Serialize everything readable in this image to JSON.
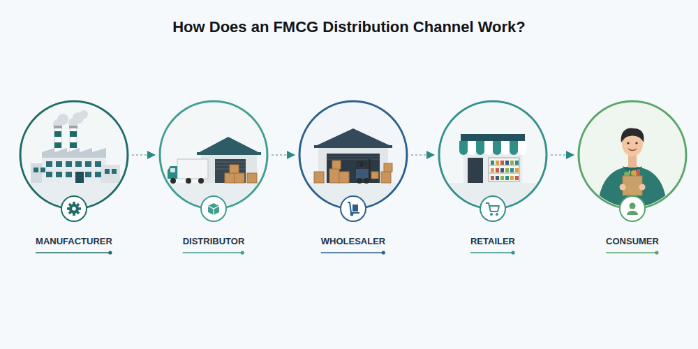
{
  "diagram": {
    "title": "How Does an FMCG Distribution Channel Work?",
    "nodes": [
      {
        "text": [
          "MANUFACTURER"
        ]
      },
      {
        "text": [
          "DISTRIBUTOR"
        ]
      },
      {
        "text": [
          "WHOLESALER"
        ]
      },
      {
        "text": [
          "RETAILER"
        ]
      },
      {
        "text": [
          "CONSUMER"
        ]
      }
    ],
    "edges": [
      {
        "from": 0,
        "to": 1,
        "arrow": "to"
      },
      {
        "from": 1,
        "to": 2,
        "arrow": "to"
      },
      {
        "from": 2,
        "to": 3,
        "arrow": "to"
      },
      {
        "from": 3,
        "to": 4,
        "arrow": "to"
      }
    ]
  }
}
